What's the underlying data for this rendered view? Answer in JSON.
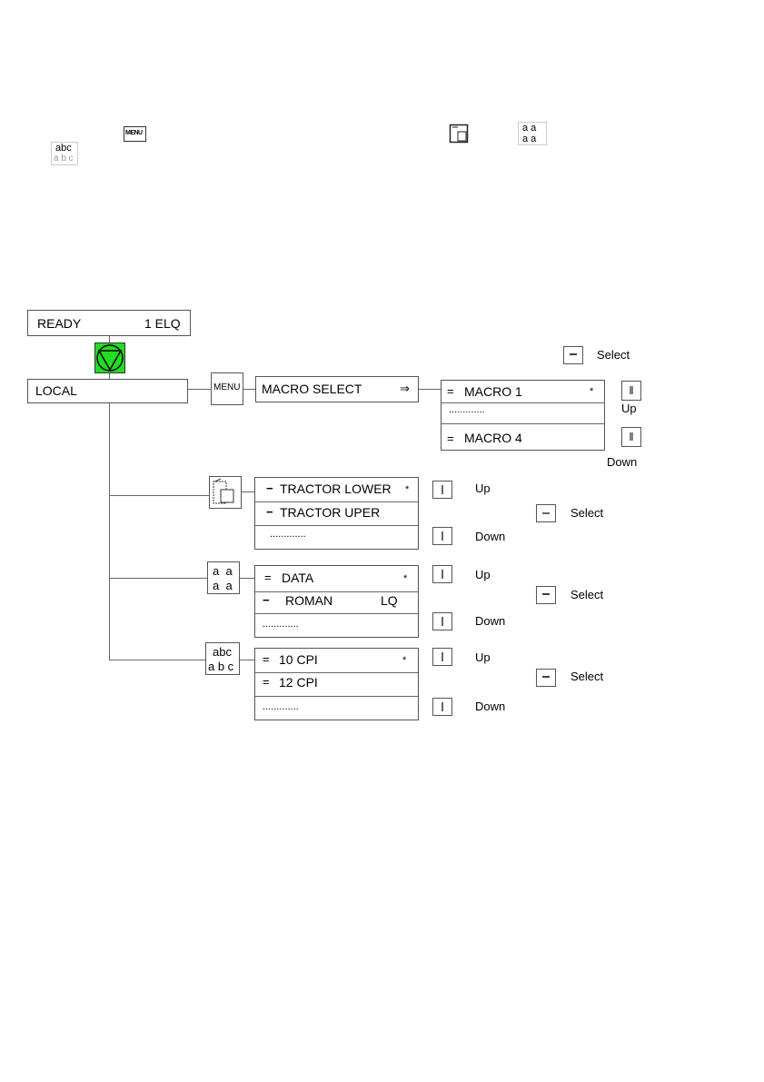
{
  "header": {
    "menu_icon_label": "MENU",
    "aa_icon_text": "a a\na a",
    "abc_icon_line1": "abc",
    "abc_icon_line2": "a b c"
  },
  "ready_display": {
    "left": "READY",
    "right": "1 ELQ"
  },
  "local_display": {
    "label": "LOCAL"
  },
  "menu_key": {
    "label": "MENU"
  },
  "macro_select": {
    "label": "MACRO  SELECT",
    "arrow": "⇒"
  },
  "macro_list": {
    "items": [
      "MACRO  1",
      ".............",
      "MACRO  4"
    ],
    "marker": "=",
    "selected_mark": "*"
  },
  "top_legend": {
    "select_label": "Select",
    "up_label": "Up",
    "down_label": "Down"
  },
  "paper_list": {
    "items": [
      "TRACTOR LOWER",
      "TRACTOR UPER",
      "............."
    ],
    "marker": "−",
    "selected_mark": "*"
  },
  "font_list": {
    "items": [
      "DATA",
      "ROMAN",
      "............."
    ],
    "roman_suffix": "LQ",
    "marker_data": "=",
    "marker_roman": "−",
    "selected_mark": "*",
    "icon_line1": "a  a",
    "icon_line2": "a  a"
  },
  "pitch_list": {
    "items": [
      "10 CPI",
      "12 CPI",
      "............."
    ],
    "marker": "=",
    "selected_mark": "*",
    "icon_line1": "abc",
    "icon_line2": "a b c"
  },
  "legend": {
    "up": "Up",
    "down": "Down",
    "select": "Select"
  }
}
